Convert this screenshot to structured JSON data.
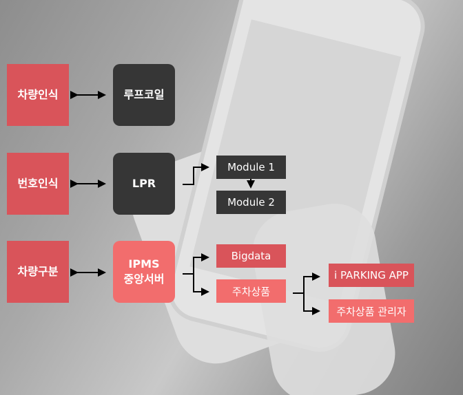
{
  "rows": [
    {
      "left": "차량인식",
      "right": "루프코일"
    },
    {
      "left": "번호인식",
      "right": "LPR"
    },
    {
      "left": "차량구분",
      "right": "IPMS\n중앙서버"
    }
  ],
  "lpr_outputs": [
    "Module 1",
    "Module 2"
  ],
  "ipms_outputs": [
    "Bigdata",
    "주차상품"
  ],
  "product_outputs": [
    "i PARKING APP",
    "주차상품 관리자"
  ],
  "colors": {
    "dark_red": "#d9545a",
    "light_red": "#f26d6d",
    "dark": "#363636"
  }
}
